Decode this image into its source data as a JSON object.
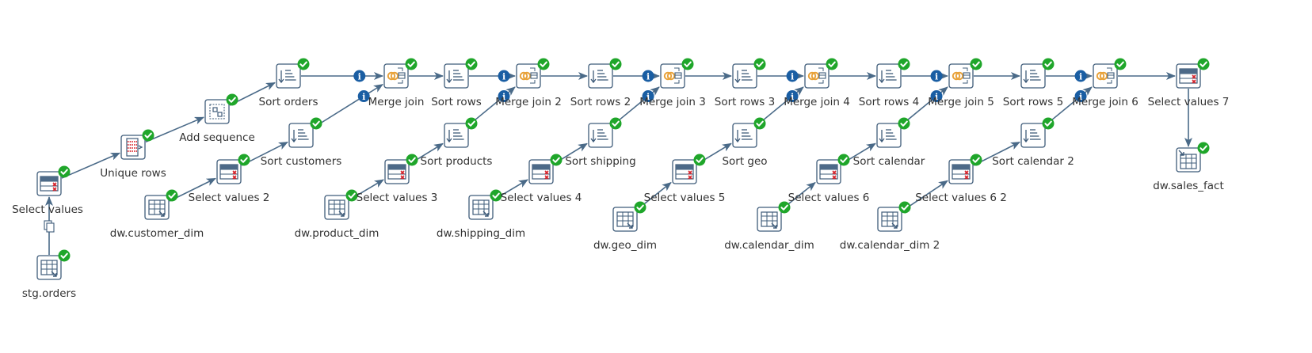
{
  "colors": {
    "hop": "#4a6a88",
    "icon_stroke": "#3f5c7a",
    "success_badge": "#1fa62a",
    "info_badge": "#1a5ea3",
    "merge_orange": "#e8a23a",
    "error_red": "#d8232a"
  },
  "steps": [
    {
      "id": "stg_orders",
      "label": "stg.orders",
      "icon": "table-input-icon"
    },
    {
      "id": "select_values",
      "label": "Select values",
      "icon": "select-values-icon"
    },
    {
      "id": "unique_rows",
      "label": "Unique rows",
      "icon": "unique-rows-icon"
    },
    {
      "id": "add_sequence",
      "label": "Add sequence",
      "icon": "add-sequence-icon"
    },
    {
      "id": "sort_orders",
      "label": "Sort orders",
      "icon": "sort-rows-icon"
    },
    {
      "id": "merge_join",
      "label": "Merge join",
      "icon": "merge-join-icon"
    },
    {
      "id": "dw_customer_dim",
      "label": "dw.customer_dim",
      "icon": "table-input-icon"
    },
    {
      "id": "select_values_2",
      "label": "Select values 2",
      "icon": "select-values-icon"
    },
    {
      "id": "sort_customers",
      "label": "Sort customers",
      "icon": "sort-rows-icon"
    },
    {
      "id": "sort_rows",
      "label": "Sort rows",
      "icon": "sort-rows-icon"
    },
    {
      "id": "merge_join_2",
      "label": "Merge join 2",
      "icon": "merge-join-icon"
    },
    {
      "id": "dw_product_dim",
      "label": "dw.product_dim",
      "icon": "table-input-icon"
    },
    {
      "id": "select_values_3",
      "label": "Select values 3",
      "icon": "select-values-icon"
    },
    {
      "id": "sort_products",
      "label": "Sort products",
      "icon": "sort-rows-icon"
    },
    {
      "id": "sort_rows_2",
      "label": "Sort rows 2",
      "icon": "sort-rows-icon"
    },
    {
      "id": "merge_join_3",
      "label": "Merge join 3",
      "icon": "merge-join-icon"
    },
    {
      "id": "dw_shipping_dim",
      "label": "dw.shipping_dim",
      "icon": "table-input-icon"
    },
    {
      "id": "select_values_4",
      "label": "Select values 4",
      "icon": "select-values-icon"
    },
    {
      "id": "sort_shipping",
      "label": "Sort shipping",
      "icon": "sort-rows-icon"
    },
    {
      "id": "sort_rows_3",
      "label": "Sort rows 3",
      "icon": "sort-rows-icon"
    },
    {
      "id": "merge_join_4",
      "label": "Merge join 4",
      "icon": "merge-join-icon"
    },
    {
      "id": "dw_geo_dim",
      "label": "dw.geo_dim",
      "icon": "table-input-icon"
    },
    {
      "id": "select_values_5",
      "label": "Select values 5",
      "icon": "select-values-icon"
    },
    {
      "id": "sort_geo",
      "label": "Sort geo",
      "icon": "sort-rows-icon"
    },
    {
      "id": "sort_rows_4",
      "label": "Sort rows 4",
      "icon": "sort-rows-icon"
    },
    {
      "id": "merge_join_5",
      "label": "Merge join 5",
      "icon": "merge-join-icon"
    },
    {
      "id": "dw_calendar_dim",
      "label": "dw.calendar_dim",
      "icon": "table-input-icon"
    },
    {
      "id": "select_values_6",
      "label": "Select values 6",
      "icon": "select-values-icon"
    },
    {
      "id": "sort_calendar",
      "label": "Sort calendar",
      "icon": "sort-rows-icon"
    },
    {
      "id": "sort_rows_5",
      "label": "Sort rows 5",
      "icon": "sort-rows-icon"
    },
    {
      "id": "merge_join_6",
      "label": "Merge join 6",
      "icon": "merge-join-icon"
    },
    {
      "id": "dw_calendar_dim_2",
      "label": "dw.calendar_dim 2",
      "icon": "table-input-icon"
    },
    {
      "id": "select_values_6_2",
      "label": "Select values 6 2",
      "icon": "select-values-icon"
    },
    {
      "id": "sort_calendar_2",
      "label": "Sort calendar 2",
      "icon": "sort-rows-icon"
    },
    {
      "id": "select_values_7",
      "label": "Select values 7",
      "icon": "select-values-icon"
    },
    {
      "id": "dw_sales_fact",
      "label": "dw.sales_fact",
      "icon": "table-output-icon"
    }
  ],
  "hops": [
    {
      "from": "stg_orders",
      "to": "select_values",
      "marker": "copy-rows-icon"
    },
    {
      "from": "select_values",
      "to": "unique_rows"
    },
    {
      "from": "unique_rows",
      "to": "add_sequence"
    },
    {
      "from": "add_sequence",
      "to": "sort_orders"
    },
    {
      "from": "sort_orders",
      "to": "merge_join",
      "marker": "info-icon"
    },
    {
      "from": "dw_customer_dim",
      "to": "select_values_2"
    },
    {
      "from": "select_values_2",
      "to": "sort_customers"
    },
    {
      "from": "sort_customers",
      "to": "merge_join",
      "marker": "info-icon"
    },
    {
      "from": "merge_join",
      "to": "sort_rows"
    },
    {
      "from": "sort_rows",
      "to": "merge_join_2",
      "marker": "info-icon"
    },
    {
      "from": "dw_product_dim",
      "to": "select_values_3"
    },
    {
      "from": "select_values_3",
      "to": "sort_products"
    },
    {
      "from": "sort_products",
      "to": "merge_join_2",
      "marker": "info-icon"
    },
    {
      "from": "merge_join_2",
      "to": "sort_rows_2"
    },
    {
      "from": "sort_rows_2",
      "to": "merge_join_3",
      "marker": "info-icon"
    },
    {
      "from": "dw_shipping_dim",
      "to": "select_values_4"
    },
    {
      "from": "select_values_4",
      "to": "sort_shipping"
    },
    {
      "from": "sort_shipping",
      "to": "merge_join_3",
      "marker": "info-icon"
    },
    {
      "from": "merge_join_3",
      "to": "sort_rows_3"
    },
    {
      "from": "sort_rows_3",
      "to": "merge_join_4",
      "marker": "info-icon"
    },
    {
      "from": "dw_geo_dim",
      "to": "select_values_5"
    },
    {
      "from": "select_values_5",
      "to": "sort_geo"
    },
    {
      "from": "sort_geo",
      "to": "merge_join_4",
      "marker": "info-icon"
    },
    {
      "from": "merge_join_4",
      "to": "sort_rows_4"
    },
    {
      "from": "sort_rows_4",
      "to": "merge_join_5",
      "marker": "info-icon"
    },
    {
      "from": "dw_calendar_dim",
      "to": "select_values_6"
    },
    {
      "from": "select_values_6",
      "to": "sort_calendar"
    },
    {
      "from": "sort_calendar",
      "to": "merge_join_5",
      "marker": "info-icon"
    },
    {
      "from": "merge_join_5",
      "to": "sort_rows_5"
    },
    {
      "from": "sort_rows_5",
      "to": "merge_join_6",
      "marker": "info-icon"
    },
    {
      "from": "dw_calendar_dim_2",
      "to": "select_values_6_2"
    },
    {
      "from": "select_values_6_2",
      "to": "sort_calendar_2"
    },
    {
      "from": "sort_calendar_2",
      "to": "merge_join_6",
      "marker": "info-icon"
    },
    {
      "from": "merge_join_6",
      "to": "select_values_7"
    },
    {
      "from": "select_values_7",
      "to": "dw_sales_fact"
    }
  ]
}
